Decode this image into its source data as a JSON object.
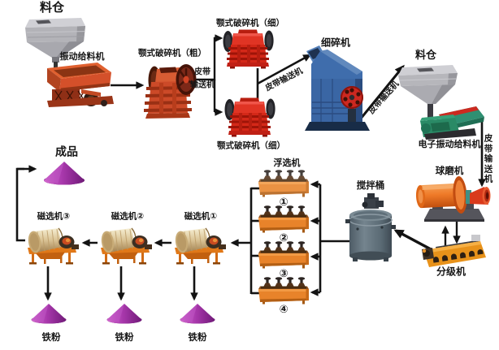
{
  "nodes": {
    "silo_left": {
      "label": "料仓"
    },
    "vibrating_feeder": {
      "label": "振动给料机"
    },
    "jaw_crusher_coarse": {
      "label": "颚式破碎机（粗）"
    },
    "jaw_crusher_fine_top": {
      "label": "颚式破碎机（细）"
    },
    "jaw_crusher_fine_bottom": {
      "label": "颚式破碎机（细）"
    },
    "fine_crusher": {
      "label": "细碎机"
    },
    "silo_right": {
      "label": "料仓"
    },
    "electronic_vibrating_feeder": {
      "label": "电子振动给料机"
    },
    "ball_mill": {
      "label": "球磨机"
    },
    "classifier": {
      "label": "分级机"
    },
    "mixing_barrel": {
      "label": "搅拌桶"
    },
    "flotation_machine": {
      "label": "浮选机",
      "cells": [
        "①",
        "②",
        "③",
        "④"
      ]
    },
    "magnetic_separator_3": {
      "label": "磁选机③"
    },
    "magnetic_separator_2": {
      "label": "磁选机②"
    },
    "magnetic_separator_1": {
      "label": "磁选机①"
    },
    "finished_product": {
      "label": "成品"
    },
    "iron_powder_3": {
      "label": "铁粉"
    },
    "iron_powder_2": {
      "label": "铁粉"
    },
    "iron_powder_1": {
      "label": "铁粉"
    }
  },
  "conveyors": {
    "belt_split": {
      "label": "皮带输送机"
    },
    "belt_to_fine_crusher": {
      "label": "皮带输送机"
    },
    "belt_to_silo": {
      "label": "皮带输送机"
    },
    "belt_to_ball_mill": {
      "label": "皮带输送机"
    }
  },
  "palette": {
    "arrow": "#131313",
    "machine_red": "#cc4a28",
    "crusher_red": "#d82818",
    "crusher_blue": "#3a66a4",
    "mill_orange": "#e8641f",
    "equip_orange": "#e8832a",
    "feeder_green": "#2a8a66",
    "silo_gray": "#b3b3b8",
    "barrel_slate": "#5d6d78",
    "cone_purple": "#a035a8",
    "drum_tan": "#d8c092"
  }
}
